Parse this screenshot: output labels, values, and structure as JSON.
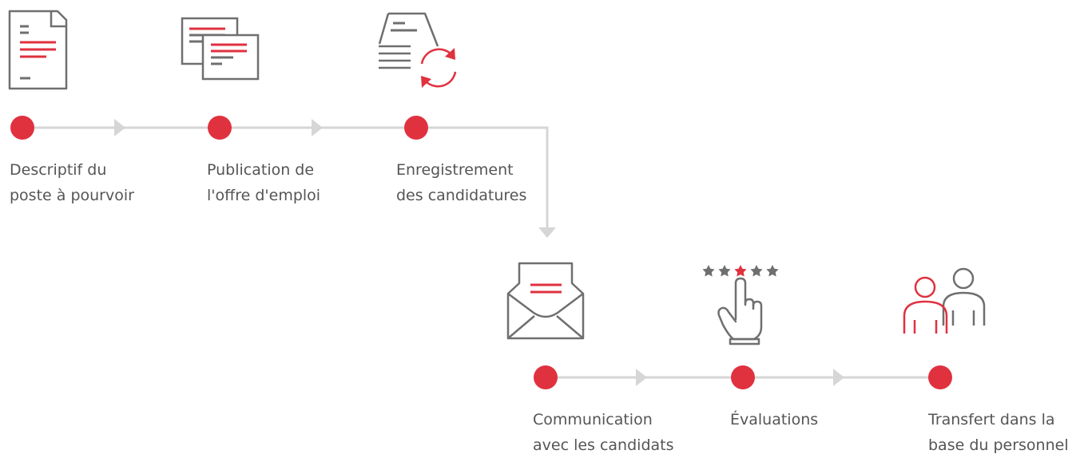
{
  "colors": {
    "accent": "#e0313f",
    "icon_gray": "#6f6f6f",
    "connector": "#d6d6d6",
    "text": "#555555"
  },
  "steps": [
    {
      "icon": "job-description-document-icon",
      "line1": "Descriptif du",
      "line2": "poste à pourvoir"
    },
    {
      "icon": "job-posting-documents-icon",
      "line1": "Publication de",
      "line2": "l'offre d'emploi"
    },
    {
      "icon": "application-recording-sync-icon",
      "line1": "Enregistrement",
      "line2": "des candidatures"
    },
    {
      "icon": "envelope-communication-icon",
      "line1": "Communication",
      "line2": "avec les candidats"
    },
    {
      "icon": "star-rating-hand-icon",
      "line1": "Évaluations",
      "line2": ""
    },
    {
      "icon": "people-transfer-icon",
      "line1": "Transfert dans la",
      "line2": "base du personnel"
    }
  ]
}
